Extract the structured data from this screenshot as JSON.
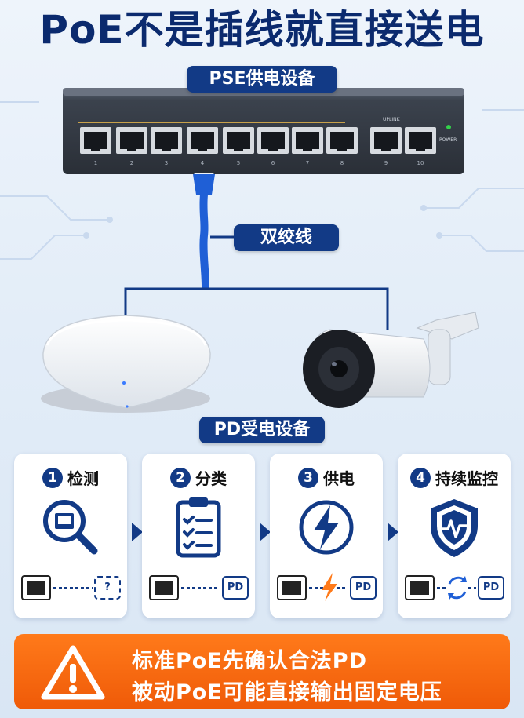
{
  "title": "PoE不是插线就直接送电",
  "labels": {
    "pse": "PSE供电设备",
    "cable": "双绞线",
    "pd": "PD受电设备"
  },
  "switch": {
    "port_numbers": [
      "1",
      "2",
      "3",
      "4",
      "5",
      "6",
      "7",
      "8",
      "9",
      "10"
    ],
    "uplink_label": "UPLINK",
    "power_label": "POWER"
  },
  "steps": [
    {
      "num": "1",
      "label": "检测",
      "icon": "magnifier-port-icon",
      "target": "?"
    },
    {
      "num": "2",
      "label": "分类",
      "icon": "clipboard-checklist-icon",
      "target": "PD"
    },
    {
      "num": "3",
      "label": "供电",
      "icon": "lightning-icon",
      "target": "PD"
    },
    {
      "num": "4",
      "label": "持续监控",
      "icon": "shield-pulse-icon",
      "target": "PD"
    }
  ],
  "banner": {
    "line1": "标准PoE先确认合法PD",
    "line2": "被动PoE可能直接输出固定电压",
    "icon": "warning-icon"
  },
  "colors": {
    "navy": "#123a86",
    "title": "#0b2a6e",
    "orange": "#ef5a08",
    "cable_blue": "#1f5fd6"
  }
}
